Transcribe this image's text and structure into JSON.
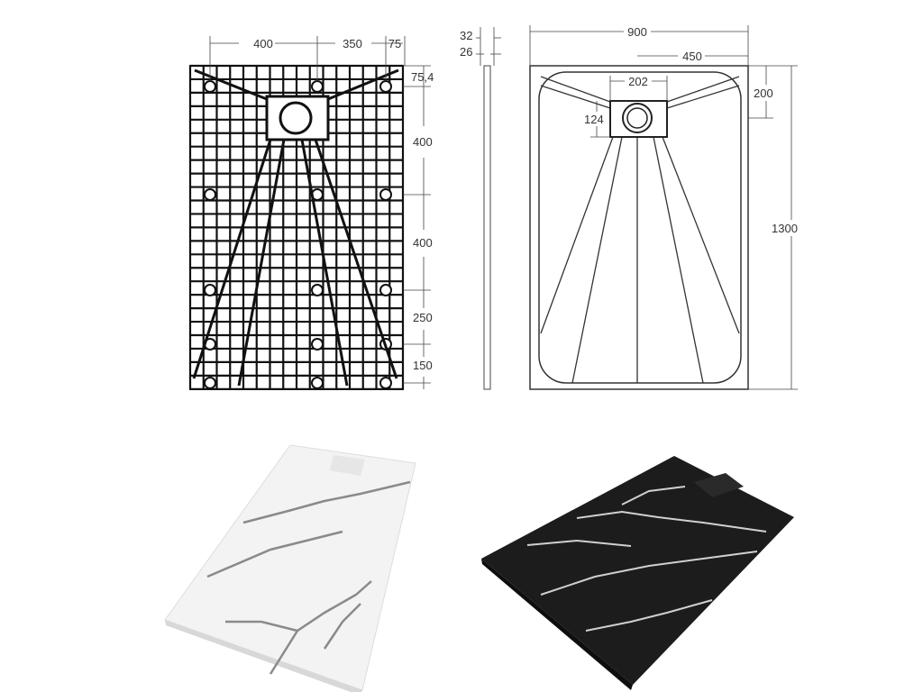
{
  "underside_drawing": {
    "top_dims": [
      "400",
      "350",
      "75"
    ],
    "side_dims": [
      "75,4",
      "400",
      "400",
      "250",
      "150"
    ]
  },
  "profile_drawing": {
    "dims": [
      "32",
      "26"
    ]
  },
  "top_view_drawing": {
    "dims": {
      "width": "900",
      "half_width": "450",
      "drain_width": "202",
      "drain_offset": "200",
      "drain_depth": "124",
      "length": "1300"
    }
  },
  "photos": [
    {
      "name": "white-marble-tray",
      "color": "#f2f2f2",
      "vein_color": "#8a8a8a"
    },
    {
      "name": "black-marble-tray",
      "color": "#1c1c1c",
      "vein_color": "#d8d8d8"
    }
  ]
}
